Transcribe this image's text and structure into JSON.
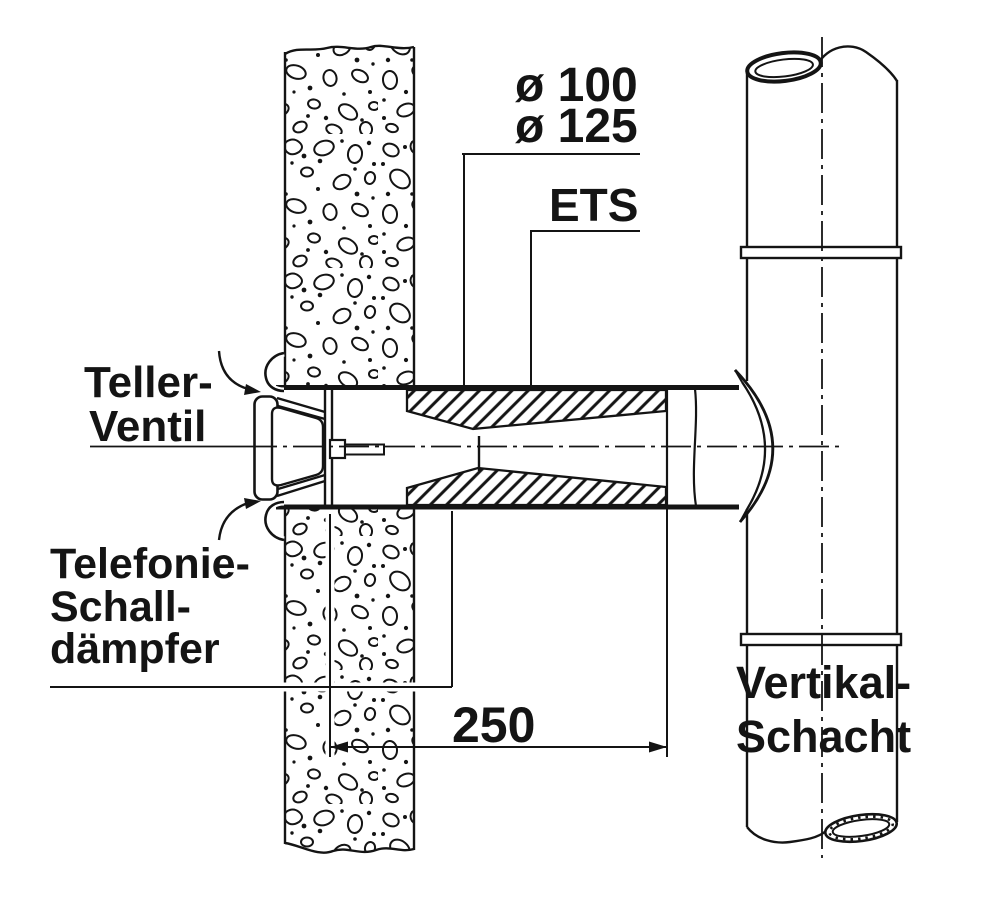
{
  "labels": {
    "diameter_100": "ø 100",
    "diameter_125": "ø 125",
    "ets": "ETS",
    "teller_line1": "Teller-",
    "teller_line2": "Ventil",
    "telefonie_line1": "Telefonie-",
    "telefonie_line2": "Schall-",
    "telefonie_line3": "dämpfer",
    "dimension_length": "250",
    "vertikal_line1": "Vertikal-",
    "vertikal_line2": "Schacht"
  },
  "colors": {
    "ink": "#141414",
    "paper": "#ffffff"
  }
}
